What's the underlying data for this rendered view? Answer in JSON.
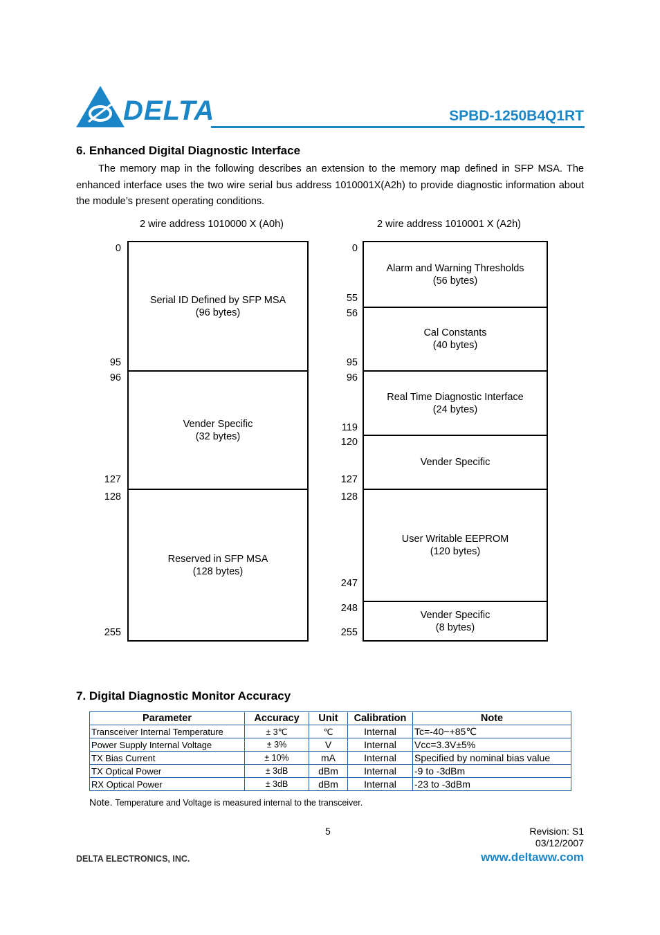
{
  "header": {
    "logo_text": "DELTA",
    "model": "SPBD-1250B4Q1RT",
    "brand_color": "#1a86c8"
  },
  "section6": {
    "heading": "6. Enhanced Digital Diagnostic Interface",
    "paragraph": "The memory map in the following describes an extension to the memory map defined in SFP MSA. The enhanced interface uses the two wire serial bus address 1010001X(A2h) to provide diagnostic information about the module’s present operating conditions.",
    "map_a0": {
      "title": "2 wire address 1010000 X (A0h)",
      "blocks": [
        {
          "line1": "Serial ID Defined by SFP MSA",
          "line2": "(96 bytes)",
          "start": "0",
          "end": "95"
        },
        {
          "line1": "Vender Specific",
          "line2": "(32 bytes)",
          "start": "96",
          "end": "127"
        },
        {
          "line1": "Reserved in SFP MSA",
          "line2": "(128 bytes)",
          "start": "128",
          "end": "255"
        }
      ]
    },
    "map_a2": {
      "title": "2 wire address 1010001 X (A2h)",
      "blocks": [
        {
          "line1": "Alarm and Warning Thresholds",
          "line2": "(56 bytes)",
          "start": "0",
          "end": "55"
        },
        {
          "line1": "Cal Constants",
          "line2": "(40 bytes)",
          "start": "56",
          "end": "95"
        },
        {
          "line1": "Real Time Diagnostic Interface",
          "line2": "(24 bytes)",
          "start": "96",
          "end": "119"
        },
        {
          "line1": "Vender Specific",
          "line2": "",
          "start": "120",
          "end": "127"
        },
        {
          "line1": "User Writable EEPROM",
          "line2": "(120 bytes)",
          "start": "128",
          "end": "247"
        },
        {
          "line1": "Vender Specific",
          "line2": "(8 bytes)",
          "start": "248",
          "end": "255"
        }
      ]
    }
  },
  "section7": {
    "heading": "7. Digital Diagnostic Monitor Accuracy",
    "columns": [
      "Parameter",
      "Accuracy",
      "Unit",
      "Calibration",
      "Note"
    ],
    "rows": [
      [
        "Transceiver Internal Temperature",
        "± 3℃",
        "℃",
        "Internal",
        "Tc=-40~+85℃"
      ],
      [
        "Power Supply Internal Voltage",
        "± 3%",
        "V",
        "Internal",
        "Vcc=3.3V±5%"
      ],
      [
        "TX Bias Current",
        "± 10%",
        "mA",
        "Internal",
        "Specified by nominal bias value"
      ],
      [
        "TX Optical Power",
        "± 3dB",
        "dBm",
        "Internal",
        "-9 to -3dBm"
      ],
      [
        "RX Optical Power",
        "± 3dB",
        "dBm",
        "Internal",
        "-23 to -3dBm"
      ]
    ],
    "note_label": "Note.",
    "note_text": "Temperature and Voltage is measured internal to the transceiver."
  },
  "footer": {
    "page_number": "5",
    "revision": "Revision:  S1",
    "date": "03/12/2007",
    "company": "DELTA ELECTRONICS, INC.",
    "website": "www.deltaww.com"
  }
}
